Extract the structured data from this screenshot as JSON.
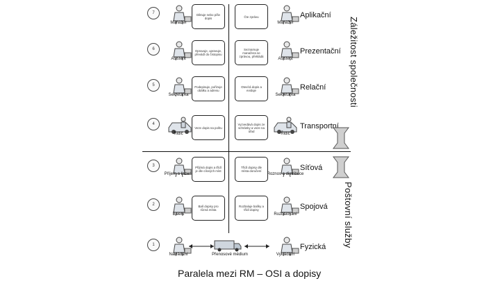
{
  "title": "Paralela mezi RM – OSI a dopisy",
  "groups": {
    "upper": "Záležitost společnosti",
    "lower": "Poštovní služby"
  },
  "layers": [
    {
      "num": "7",
      "name": "Aplikační",
      "left_role": "Manažer",
      "right_role": "Manažer",
      "left_box": "Diktuje nebo píše dopis",
      "right_box": "Čte zprávu"
    },
    {
      "num": "6",
      "name": "Prezentační",
      "left_role": "Asistent",
      "right_role": "Asistent",
      "left_box": "Opravuje, upravuje, převádí do čistopisu",
      "right_box": "Seznamuje manažera se zprávou, překládá"
    },
    {
      "num": "5",
      "name": "Relační",
      "left_role": "Sekretářka",
      "right_role": "Sekretářka",
      "left_box": "Podepisuje, pořizuje obálku a adresu",
      "right_box": "Otevírá dopis a eviduje"
    },
    {
      "num": "4",
      "name": "Transportní",
      "left_role": "Řidič",
      "right_role": "Řidič",
      "left_box": "Veze dopis na poštu",
      "right_box": "Vyzvedává dopis ze schránky a veze na úřad"
    },
    {
      "num": "3",
      "name": "Síťová",
      "left_role": "Příjem a řazení",
      "right_role": "Roznos a distribuce",
      "left_box": "Přijímá dopis a třídí je dle cílových míst",
      "right_box": "Třídí dopisy dle místa doručení"
    },
    {
      "num": "2",
      "name": "Spojová",
      "left_role": "Balení",
      "right_role": "Rozbalování",
      "left_box": "Balí dopisy pro různá místa",
      "right_box": "Rozbaluje balíky a třídí dopisy"
    },
    {
      "num": "1",
      "name": "Fyzická",
      "left_role": "Nakládání",
      "right_role": "Vykládání",
      "medium": "Přenosové médium"
    }
  ],
  "icons": {
    "person": "person-icon",
    "car": "car-icon",
    "truck": "truck-icon",
    "bracket": "bracket-icon"
  }
}
